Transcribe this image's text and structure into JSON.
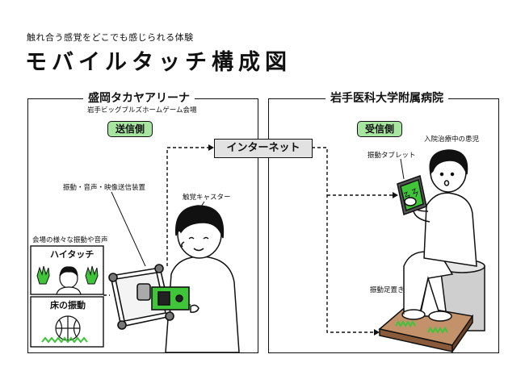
{
  "header": {
    "subtitle": "触れ合う感覚をどこでも感じられる体験",
    "title": "モバイルタッチ構成図"
  },
  "left_panel": {
    "title": "盛岡タカヤアリーナ",
    "caption": "岩手ビッグブルズホームゲーム会場",
    "badge": "送信側",
    "device_label": "振動・音声・映像送信装置",
    "caster_label": "触覚キャスター",
    "venue_label": "会場の様々な振動や音声",
    "inset_hightouch": "ハイタッチ",
    "inset_floor": "床の振動"
  },
  "network": {
    "label": "インターネット"
  },
  "right_panel": {
    "title": "岩手医科大学附属病院",
    "badge": "受信側",
    "patient_label": "入院治療中の患児",
    "tablet_label": "振動タブレット",
    "footrest_label": "振動足置き"
  },
  "colors": {
    "badge_green": "#a7e5a0",
    "accent_green": "#3fc43a",
    "network_gray": "#e2e2e2"
  }
}
